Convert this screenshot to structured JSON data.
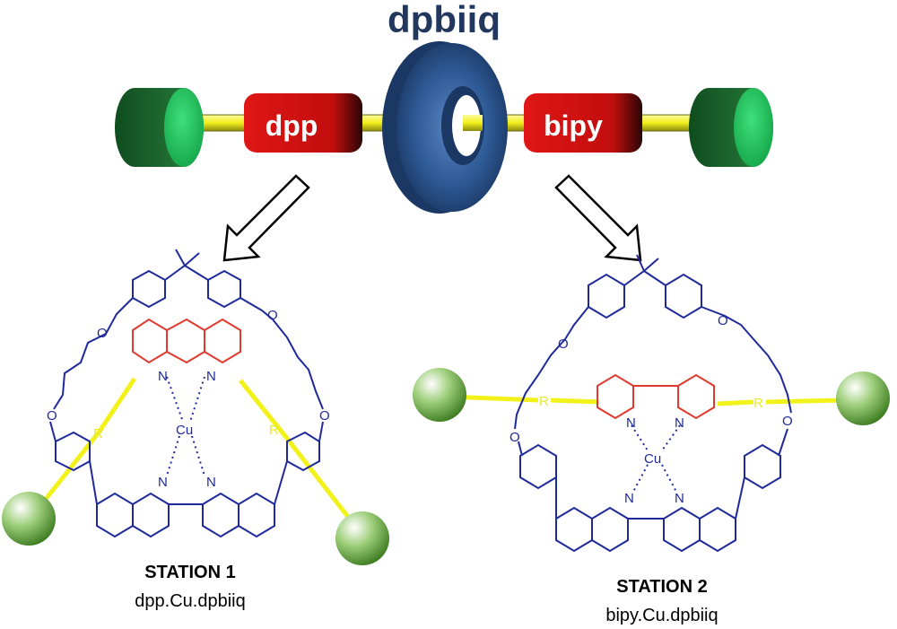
{
  "diagram": {
    "title": "dpbiiq",
    "axle_labels": {
      "left_station": "dpp",
      "right_station": "bipy"
    },
    "station1": {
      "title": "STATION 1",
      "subtitle": "dpp.Cu.dpbiiq",
      "atoms": {
        "metal": "Cu",
        "nitrogen": "N",
        "oxygen": "O",
        "substituent": "R"
      }
    },
    "station2": {
      "title": "STATION 2",
      "subtitle": "bipy.Cu.dpbiiq",
      "atoms": {
        "metal": "Cu",
        "nitrogen": "N",
        "oxygen": "O",
        "substituent": "R"
      }
    },
    "colors": {
      "ring": "#2e4d7a",
      "station": "#d41010",
      "axle": "#f2f21a",
      "stopper": "#1f7a34",
      "macrocycle": "#1f2a9a",
      "ligand": "#e03a2e",
      "title_text": "#22375e"
    }
  }
}
